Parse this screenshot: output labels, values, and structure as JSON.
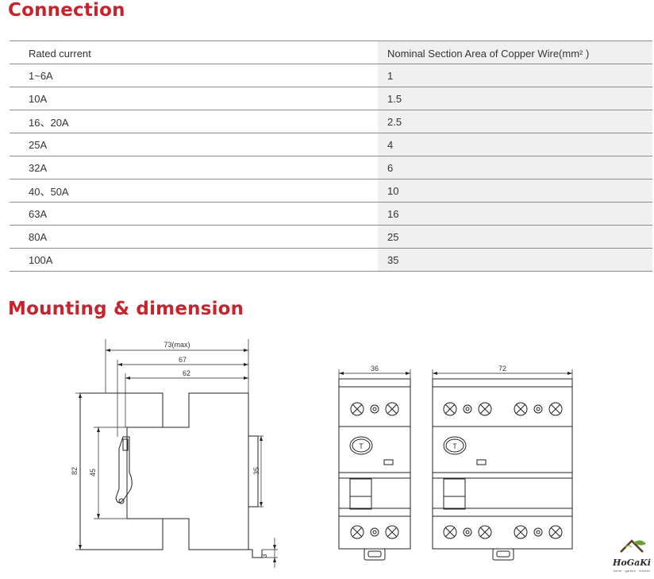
{
  "connection": {
    "title": "Connection",
    "headers": [
      "Rated current",
      "Nominal Section Area of Copper Wire(mm²  )"
    ],
    "rows": [
      [
        "1~6A",
        "1"
      ],
      [
        "10A",
        "1.5"
      ],
      [
        "16、20A",
        "2.5"
      ],
      [
        "25A",
        "4"
      ],
      [
        "32A",
        "6"
      ],
      [
        "40、50A",
        "10"
      ],
      [
        "63A",
        "16"
      ],
      [
        "80A",
        "25"
      ],
      [
        "100A",
        "35"
      ]
    ]
  },
  "mounting": {
    "title": "Mounting & dimension",
    "side_view": {
      "dim_overall": "73(max)",
      "dim_width_1": "67",
      "dim_width_2": "62",
      "dim_height": "82",
      "dim_mid": "45",
      "dim_right": "35",
      "dim_bottom": "3"
    },
    "front_view_small": {
      "width": "36",
      "test_button": "T"
    },
    "front_view_large": {
      "width": "72",
      "test_button": "T"
    }
  },
  "logo": {
    "name": "HoGaKi",
    "tagline": "home · garden · kitchen"
  },
  "colors": {
    "accent": "#c8232c",
    "row_shade": "#f0f0f0",
    "rule": "#8c8c8c"
  }
}
